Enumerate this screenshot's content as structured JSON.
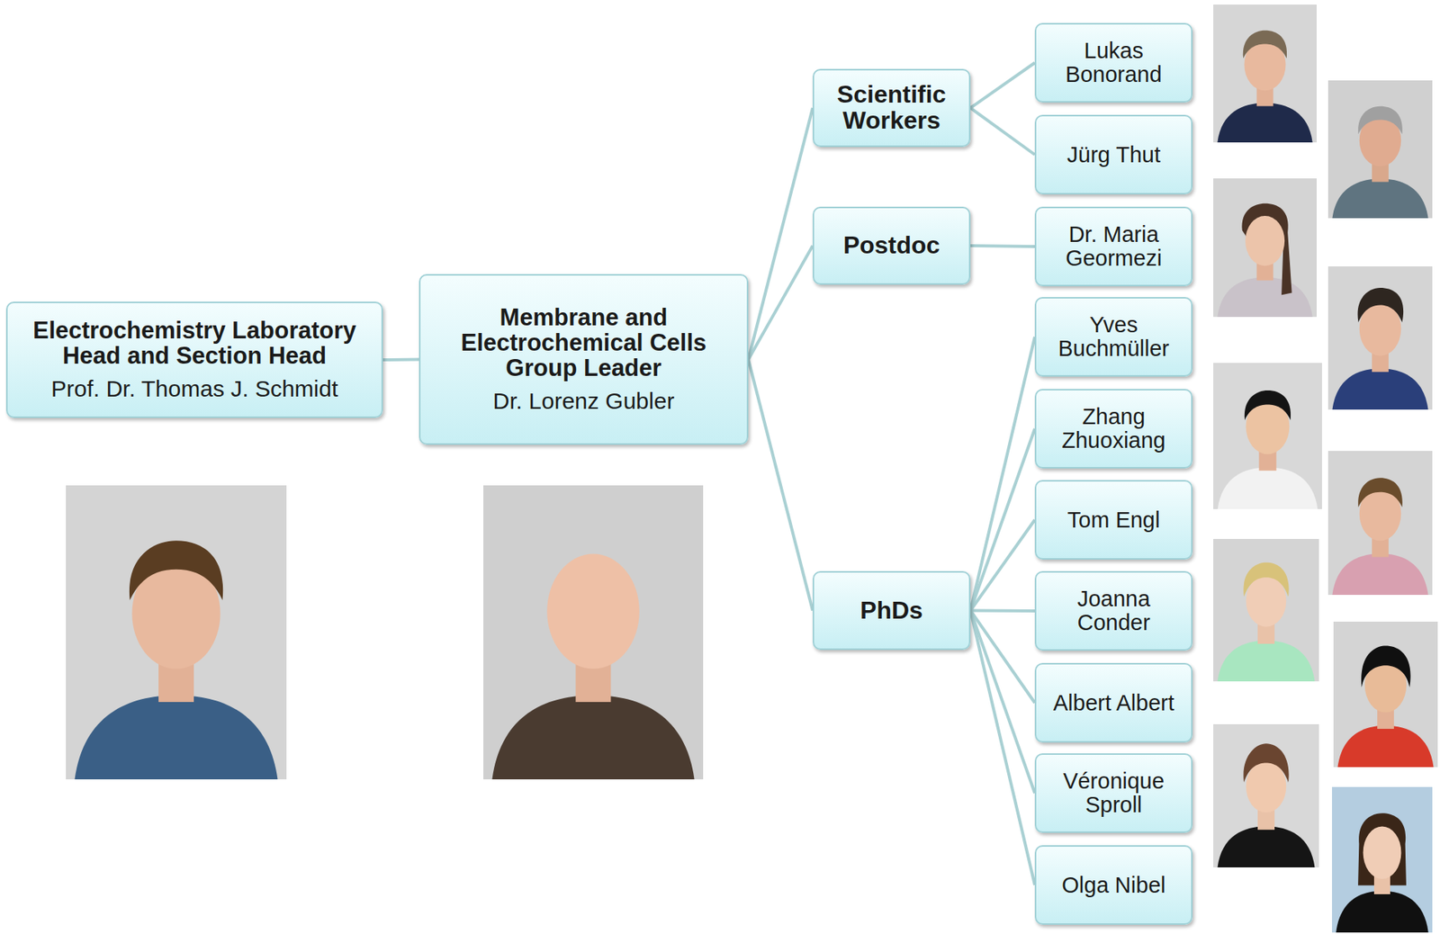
{
  "diagram": {
    "nodes": [
      {
        "text": [
          "Electrochemistry Laboratory Head and Section Head",
          "Prof. Dr. Thomas J. Schmidt"
        ]
      },
      {
        "text": [
          "Membrane and Electrochemical Cells Group Leader",
          "Dr. Lorenz Gubler"
        ]
      },
      {
        "text": [
          "Scientific Workers"
        ]
      },
      {
        "text": [
          "Lukas Bonorand"
        ]
      },
      {
        "text": [
          "Jürg Thut"
        ]
      },
      {
        "text": [
          "Postdoc"
        ]
      },
      {
        "text": [
          "Dr. Maria Geormezi"
        ]
      },
      {
        "text": [
          "PhDs"
        ]
      },
      {
        "text": [
          "Yves Buchmüller"
        ]
      },
      {
        "text": [
          "Zhang Zhuoxiang"
        ]
      },
      {
        "text": [
          "Tom Engl"
        ]
      },
      {
        "text": [
          "Joanna Conder"
        ]
      },
      {
        "text": [
          "Albert Albert"
        ]
      },
      {
        "text": [
          "Véronique Sproll"
        ]
      },
      {
        "text": [
          "Olga Nibel"
        ]
      }
    ],
    "edges": [
      {
        "from": 0,
        "to": 1,
        "arrow": "none"
      },
      {
        "from": 1,
        "to": 2,
        "arrow": "none"
      },
      {
        "from": 1,
        "to": 5,
        "arrow": "none"
      },
      {
        "from": 1,
        "to": 7,
        "arrow": "none"
      },
      {
        "from": 2,
        "to": 3,
        "arrow": "none"
      },
      {
        "from": 2,
        "to": 4,
        "arrow": "none"
      },
      {
        "from": 5,
        "to": 6,
        "arrow": "none"
      },
      {
        "from": 7,
        "to": 8,
        "arrow": "none"
      },
      {
        "from": 7,
        "to": 9,
        "arrow": "none"
      },
      {
        "from": 7,
        "to": 10,
        "arrow": "none"
      },
      {
        "from": 7,
        "to": 11,
        "arrow": "none"
      },
      {
        "from": 7,
        "to": 12,
        "arrow": "none"
      },
      {
        "from": 7,
        "to": 13,
        "arrow": "none"
      },
      {
        "from": 7,
        "to": 14,
        "arrow": "none"
      }
    ]
  }
}
